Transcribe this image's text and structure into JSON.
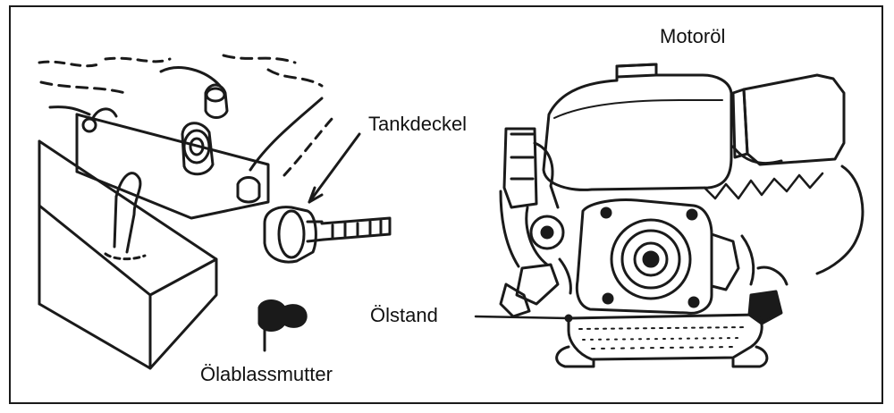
{
  "diagram": {
    "title": "Motoröl",
    "labels": {
      "tank_cap": "Tankdeckel",
      "oil_level": "Ölstand",
      "drain_nut": "Ölablassmutter"
    },
    "colors": {
      "ink": "#1a1a1a",
      "paper": "#ffffff"
    }
  }
}
